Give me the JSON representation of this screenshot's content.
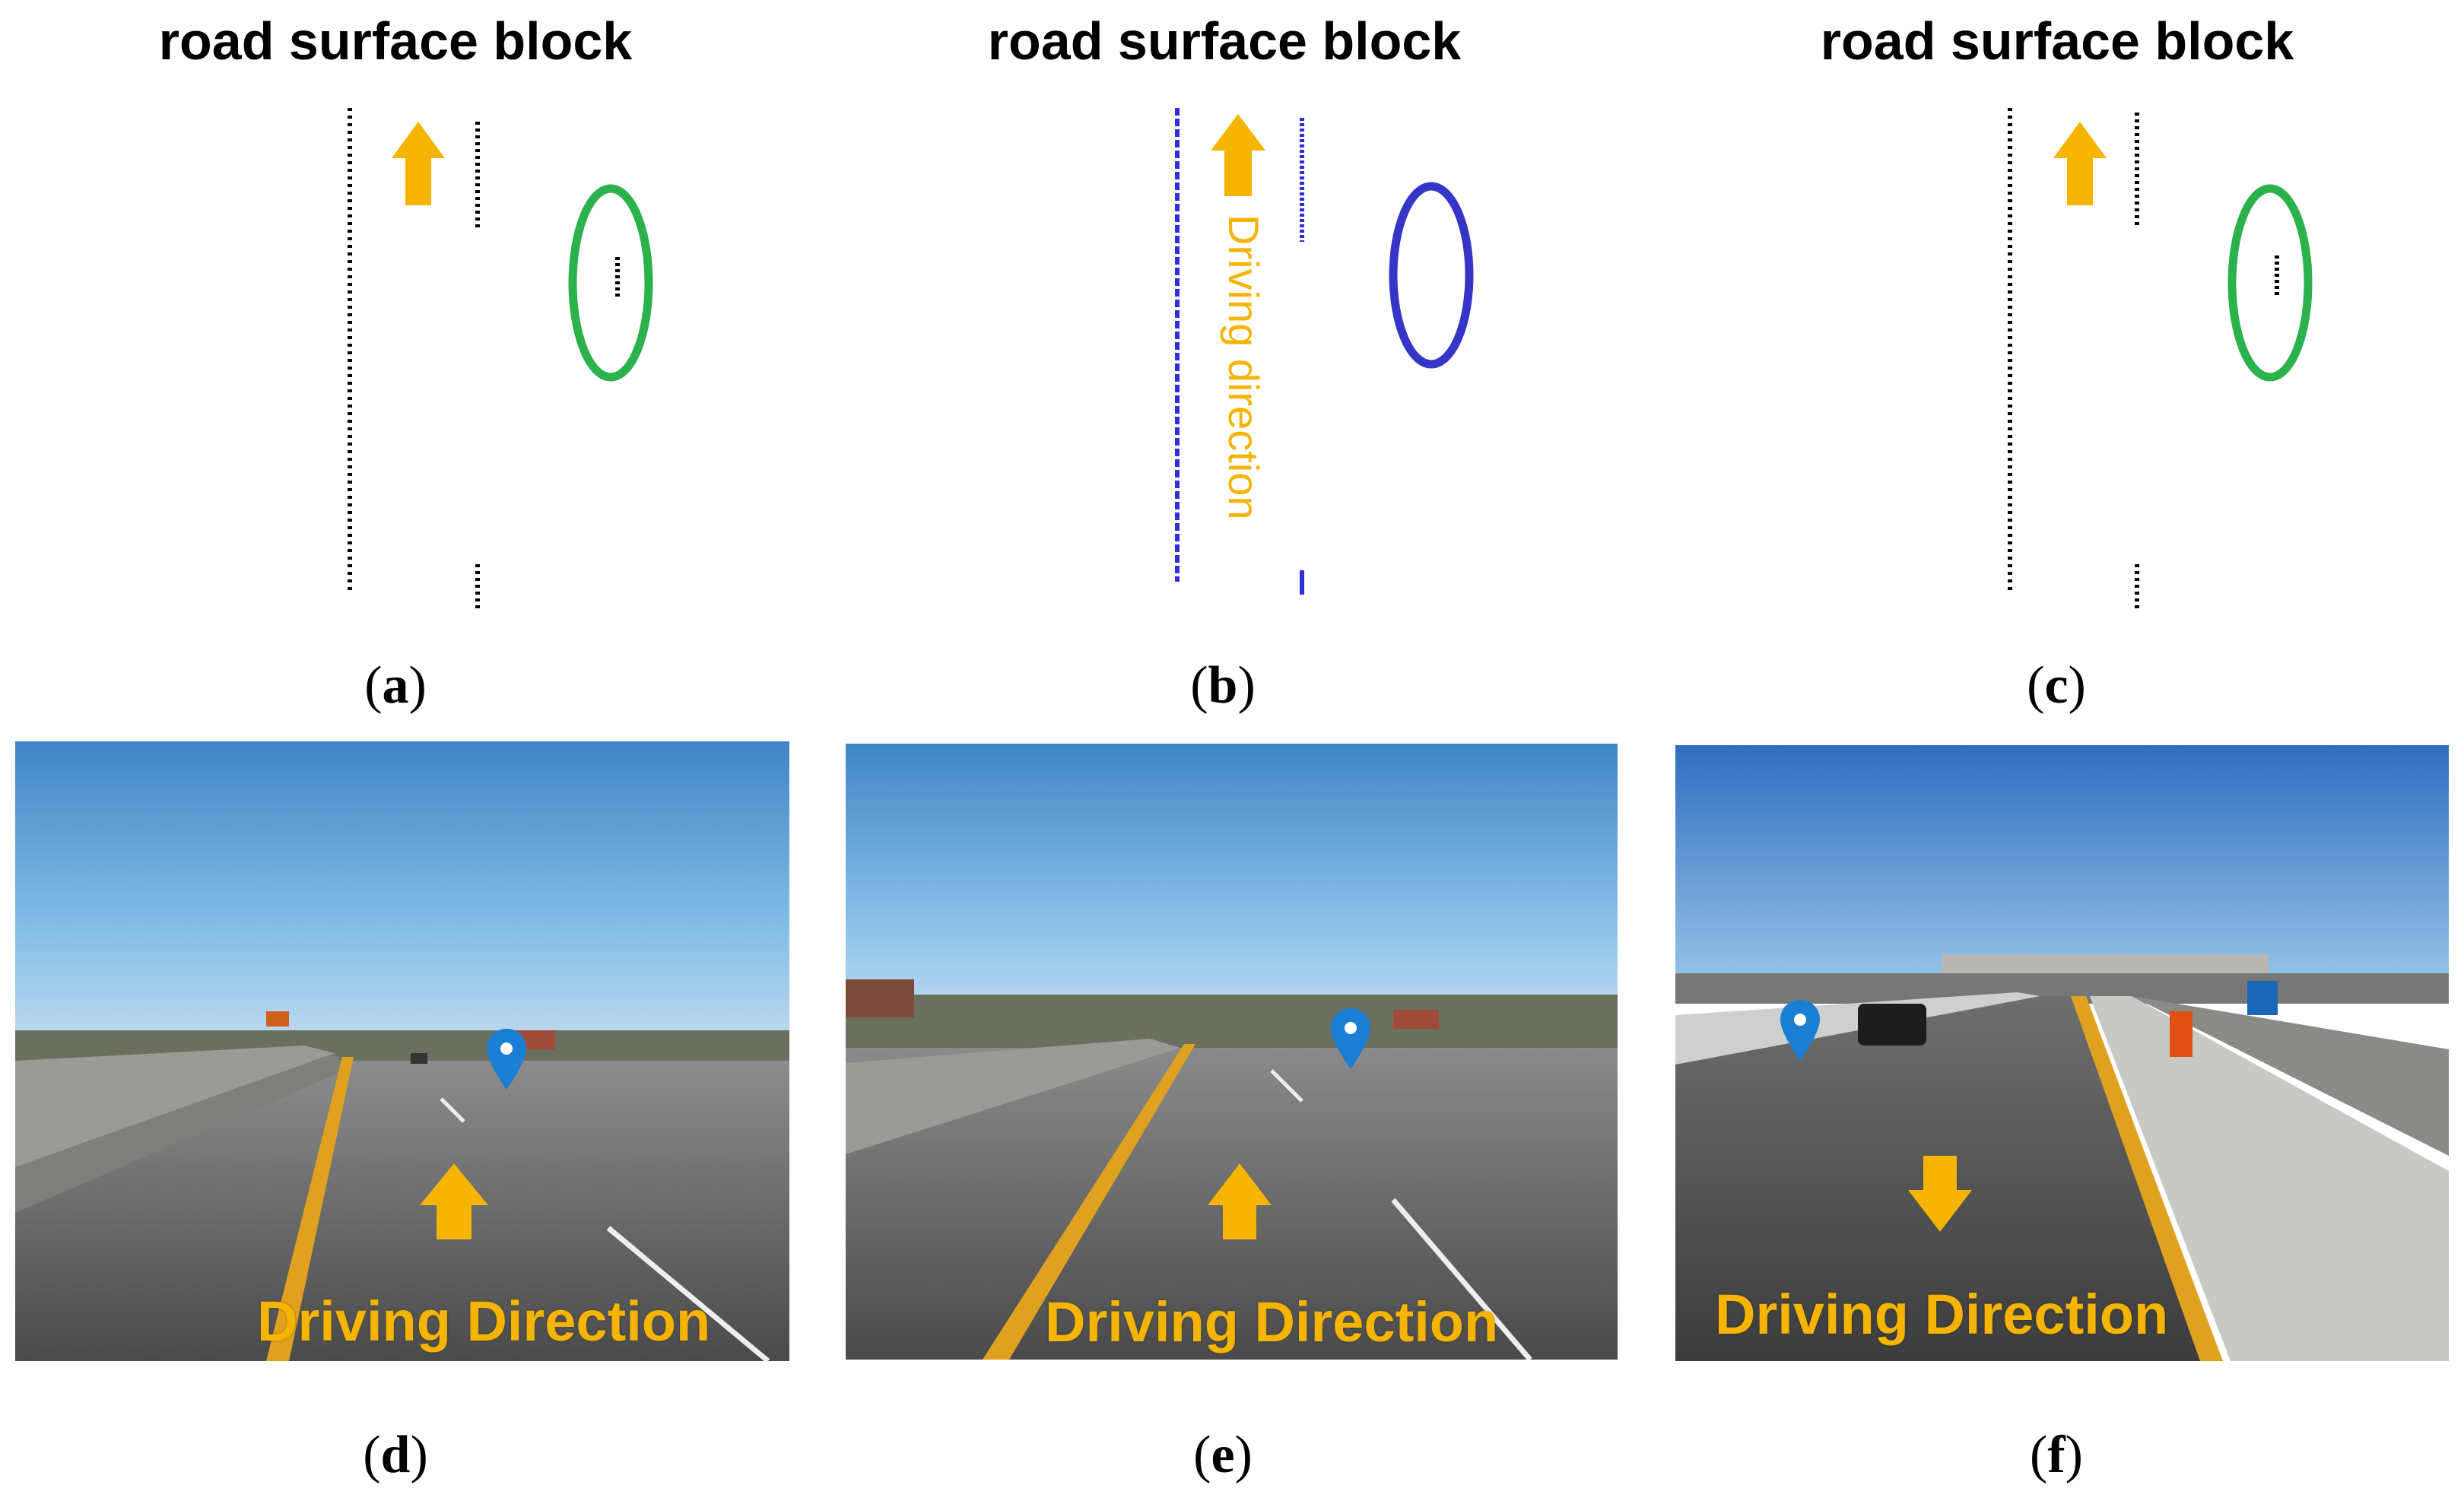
{
  "panels_top": [
    {
      "id": "a",
      "title": "road surface block",
      "caption": "a",
      "color": "black",
      "marker_color": "#2bb24c"
    },
    {
      "id": "b",
      "title": "road surface block",
      "caption": "b",
      "color": "blue",
      "marker_color": "#3535c8",
      "vertical_label": "Driving direction"
    },
    {
      "id": "c",
      "title": "road surface block",
      "caption": "c",
      "color": "black",
      "marker_color": "#2bb24c"
    }
  ],
  "panels_bottom": [
    {
      "id": "d",
      "caption": "d",
      "label": "Driving Direction",
      "arrow": "up"
    },
    {
      "id": "e",
      "caption": "e",
      "label": "Driving Direction",
      "arrow": "up"
    },
    {
      "id": "f",
      "caption": "f",
      "label": "Driving Direction",
      "arrow": "down"
    }
  ],
  "colors": {
    "arrow": "#f5b400",
    "pin": "#1a7fd4",
    "green_marker": "#2bb24c",
    "blue_marker": "#3535c8",
    "blue_points": "#2f2fe0"
  }
}
